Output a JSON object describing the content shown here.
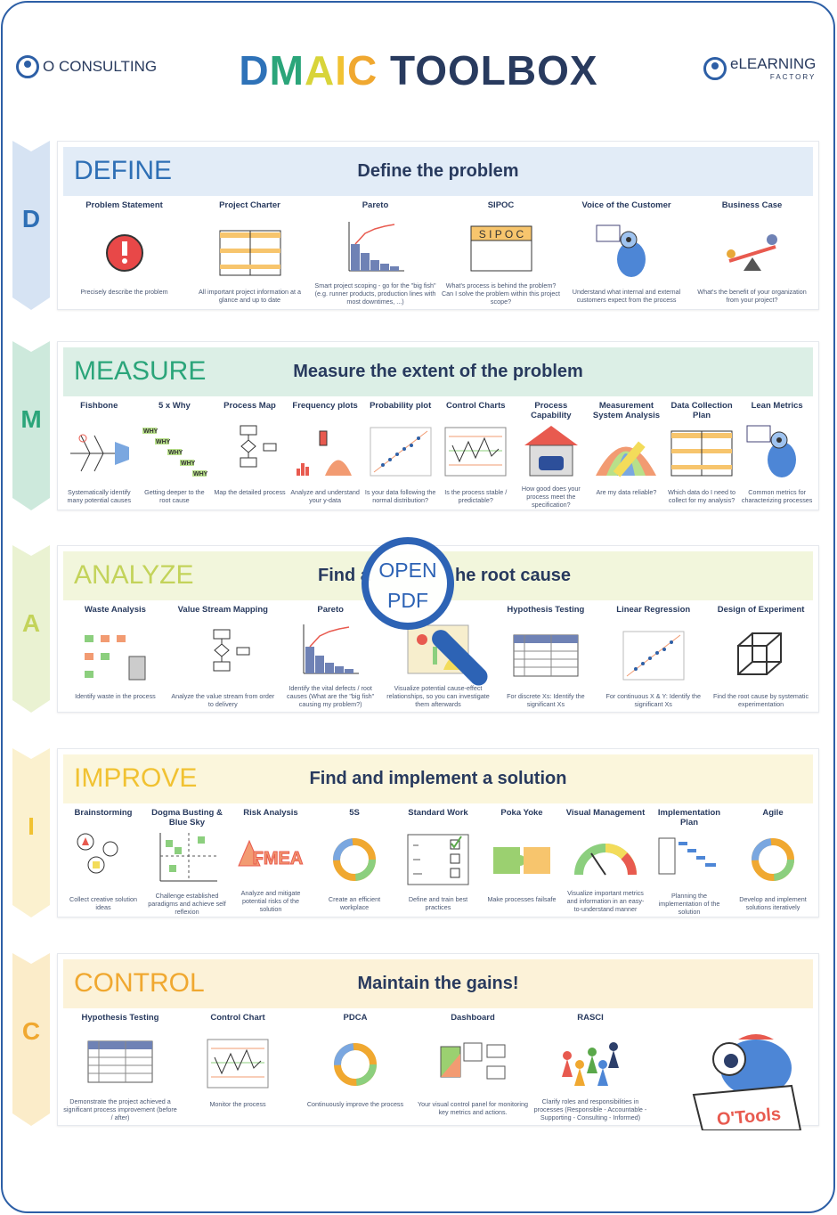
{
  "header": {
    "left_logo": "O CONSULTING",
    "right_logo": "eLEARNING",
    "right_logo_sub": "FACTORY",
    "title_letters": [
      "D",
      "M",
      "A",
      "I",
      "C"
    ],
    "title_rest": " TOOLBOX",
    "colors": [
      "#2e72b8",
      "#2ba57a",
      "#d8d43a",
      "#f1c232",
      "#f0a830"
    ]
  },
  "open_pdf": {
    "line1": "OPEN",
    "line2": "PDF"
  },
  "phases": [
    {
      "letter": "D",
      "name": "DEFINE",
      "subtitle": "Define the problem",
      "color": "#2e6fb5",
      "band": "#e2ecf7",
      "chev": "#d6e3f3",
      "items": [
        {
          "title": "Problem Statement",
          "caption": "Precisely describe the problem",
          "icon": "alert"
        },
        {
          "title": "Project Charter",
          "caption": "All important project information at a glance and up to date",
          "icon": "table"
        },
        {
          "title": "Pareto",
          "caption": "Smart project scoping - go for the \"big fish\" (e.g. runner products, production lines with most downtimes, ...)",
          "icon": "pareto"
        },
        {
          "title": "SIPOC",
          "caption": "What's process is behind the problem? Can I solve the problem within this project scope?",
          "icon": "sipoc"
        },
        {
          "title": "Voice of the Customer",
          "caption": "Understand what internal and external customers expect from the process",
          "icon": "bird"
        },
        {
          "title": "Business Case",
          "caption": "What's the benefit of your organization from your project?",
          "icon": "seesaw"
        }
      ]
    },
    {
      "letter": "M",
      "name": "MEASURE",
      "subtitle": "Measure the extent of the problem",
      "color": "#2ba57a",
      "band": "#dcefe6",
      "chev": "#cde9dc",
      "items": [
        {
          "title": "Fishbone",
          "caption": "Systematically identify many potential causes",
          "icon": "fish"
        },
        {
          "title": "5 x Why",
          "caption": "Getting deeper to the root cause",
          "icon": "why"
        },
        {
          "title": "Process Map",
          "caption": "Map the detailed process",
          "icon": "flow"
        },
        {
          "title": "Frequency plots",
          "caption": "Analyze and understand your y-data",
          "icon": "hist"
        },
        {
          "title": "Probability plot",
          "caption": "Is your data following the normal distribution?",
          "icon": "scatter"
        },
        {
          "title": "Control Charts",
          "caption": "Is the process stable / predictable?",
          "icon": "control"
        },
        {
          "title": "Process Capability",
          "caption": "How good does your process meet the specification?",
          "icon": "garage"
        },
        {
          "title": "Measurement System Analysis",
          "caption": "Are my data reliable?",
          "icon": "bell"
        },
        {
          "title": "Data Collection Plan",
          "caption": "Which data do I need to collect for my analysis?",
          "icon": "table"
        },
        {
          "title": "Lean Metrics",
          "caption": "Common metrics for characterizing processes",
          "icon": "bird"
        }
      ]
    },
    {
      "letter": "A",
      "name": "ANALYZE",
      "subtitle_left": "Find a",
      "subtitle_right": "he root cause",
      "color": "#c3d35a",
      "band": "#f2f6dc",
      "chev": "#eaf2d2",
      "items": [
        {
          "title": "Waste Analysis",
          "caption": "Identify waste in the process",
          "icon": "waste"
        },
        {
          "title": "Value Stream Mapping",
          "caption": "Analyze the value stream from order to delivery",
          "icon": "flow"
        },
        {
          "title": "Pareto",
          "caption": "Identify the vital defects / root causes (What are the \"big fish\" causing my problem?)",
          "icon": "pareto"
        },
        {
          "title": "",
          "caption": "Visualize potential cause-effect relationships, so you can investigate them afterwards",
          "icon": "multi"
        },
        {
          "title": "Hypothesis Testing",
          "caption": "For discrete Xs: Identify the significant Xs",
          "icon": "hyp"
        },
        {
          "title": "Linear Regression",
          "caption": "For continuous X & Y: Identify the significant Xs",
          "icon": "scatter"
        },
        {
          "title": "Design of Experiment",
          "caption": "Find the root cause by systematic experimentation",
          "icon": "cube"
        }
      ]
    },
    {
      "letter": "I",
      "name": "IMPROVE",
      "subtitle": "Find and implement a solution",
      "color": "#f1c232",
      "band": "#fbf6dc",
      "chev": "#fbf1cf",
      "items": [
        {
          "title": "Brainstorming",
          "caption": "Collect creative solution ideas",
          "icon": "bubbles"
        },
        {
          "title": "Dogma Busting & Blue Sky",
          "caption": "Challenge established paradigms and achieve self reflexion",
          "icon": "quad"
        },
        {
          "title": "Risk Analysis",
          "caption": "Analyze and mitigate potential risks of the solution",
          "icon": "fmea"
        },
        {
          "title": "5S",
          "caption": "Create an efficient workplace",
          "icon": "cycle"
        },
        {
          "title": "Standard Work",
          "caption": "Define and train best practices",
          "icon": "check"
        },
        {
          "title": "Poka Yoke",
          "caption": "Make processes failsafe",
          "icon": "puzzle"
        },
        {
          "title": "Visual Management",
          "caption": "Visualize important metrics and information in an easy-to-understand manner",
          "icon": "gauge"
        },
        {
          "title": "Implementation Plan",
          "caption": "Planning the implementation of the solution",
          "icon": "gantt"
        },
        {
          "title": "Agile",
          "caption": "Develop and implement solutions iteratively",
          "icon": "cycle"
        }
      ]
    },
    {
      "letter": "C",
      "name": "CONTROL",
      "subtitle": "Maintain the gains!",
      "color": "#f0a830",
      "band": "#fcf2d8",
      "chev": "#fbecc9",
      "items": [
        {
          "title": "Hypothesis Testing",
          "caption": "Demonstrate the project achieved a significant process improvement (before / after)",
          "icon": "hyp"
        },
        {
          "title": "Control Chart",
          "caption": "Monitor the process",
          "icon": "control"
        },
        {
          "title": "PDCA",
          "caption": "Continuously improve the process",
          "icon": "cycle"
        },
        {
          "title": "Dashboard",
          "caption": "Your visual control panel for monitoring key metrics and actions.",
          "icon": "dash"
        },
        {
          "title": "RASCI",
          "caption": "Clarify roles and responsibilities in processes (Responsible - Accountable - Supporting - Consulting - Informed)",
          "icon": "pawns"
        }
      ],
      "mascot_label": "O'Tools"
    }
  ]
}
